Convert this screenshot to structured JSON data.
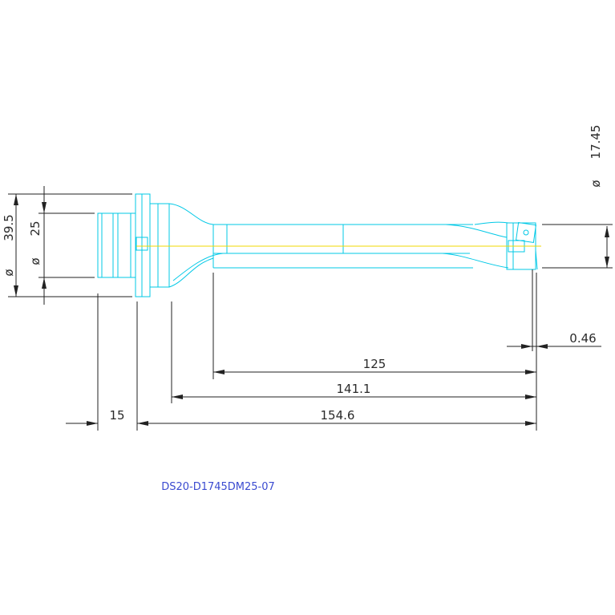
{
  "drawing": {
    "part_code": "DS20-D1745DM25-07",
    "dimensions": {
      "diameter_symbol": "ø",
      "flange_diameter": "39.5",
      "shank_diameter": "25",
      "drill_diameter": "17.45",
      "tip_offset": "0.46",
      "length_125": "125",
      "length_141": "141.1",
      "length_154": "154.6",
      "length_15": "15"
    }
  },
  "colors": {
    "tool_outline": "#00c8e6",
    "center_line": "#f0d800",
    "dimension_lines": "#222222",
    "part_code": "#3b4bd0"
  }
}
